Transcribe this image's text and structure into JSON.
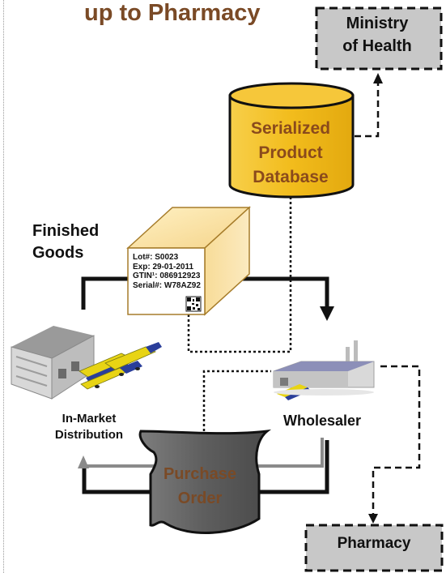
{
  "diagram": {
    "title": "up to Pharmacy",
    "nodes": {
      "ministry": {
        "line1": "Ministry",
        "line2": "of Health"
      },
      "database": {
        "line1": "Serialized",
        "line2": "Product",
        "line3": "Database"
      },
      "finished_goods": {
        "line1": "Finished",
        "line2": "Goods"
      },
      "product_label": {
        "lot": "Lot#: S0023",
        "exp": "Exp: 29-01-2011",
        "gtin": "GTIN¹: 086912923",
        "serial": "Serial#: W78AZ92"
      },
      "in_market": {
        "line1": "In-Market",
        "line2": "Distribution"
      },
      "wholesaler": {
        "label": "Wholesaler"
      },
      "purchase_order": {
        "line1": "Purchase",
        "line2": "Order"
      },
      "pharmacy": {
        "label": "Pharmacy"
      }
    },
    "colors": {
      "title": "#7a4a26",
      "database_fill": "#f2bc1c",
      "database_text": "#8a4a1c",
      "gray_box": "#c8c8c8",
      "purchase_fill": "#6e6e6e",
      "purchase_text": "#7a4a26"
    },
    "icons": [
      "warehouse-icon",
      "wholesaler-building-icon",
      "qr-code-icon",
      "product-box-icon",
      "database-cylinder-icon",
      "document-icon"
    ]
  }
}
